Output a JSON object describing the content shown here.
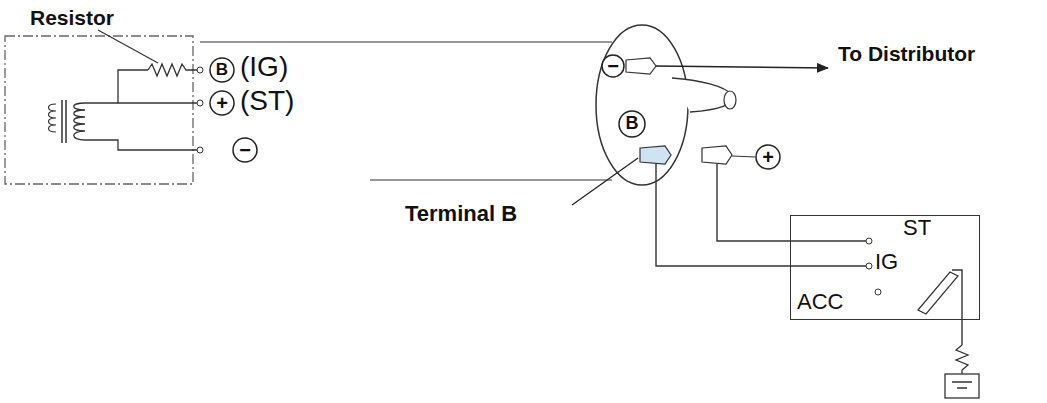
{
  "diagram": {
    "nodes": [
      {
        "text": [
          "ST",
          "IG",
          "ACC"
        ]
      }
    ],
    "labels": [
      "Resistor",
      "B",
      "(IG)",
      "+",
      "(ST)",
      "−",
      "−",
      "To Distributor",
      "B",
      "+",
      "Terminal B"
    ]
  }
}
